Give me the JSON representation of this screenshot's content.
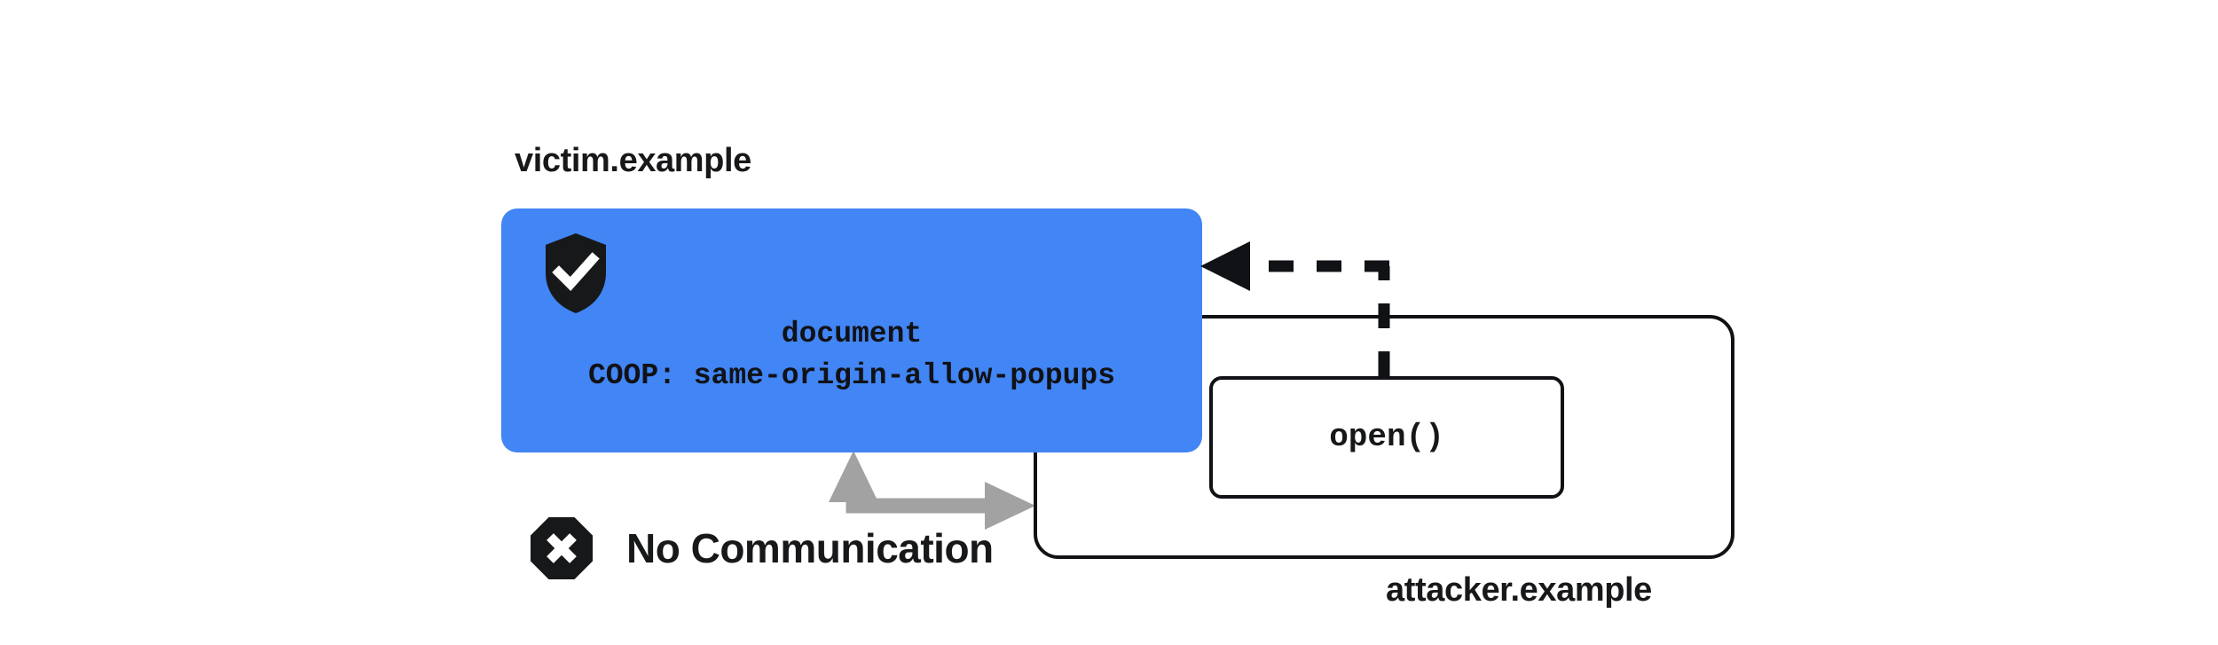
{
  "diagram": {
    "title_victim": "victim.example",
    "title_attacker": "attacker.example",
    "background_color": "#ffffff"
  },
  "victim": {
    "label": "victim.example",
    "box_color": "#4285f4",
    "shield_icon": "shield-check-icon",
    "document_text": "document",
    "coop_text": "COOP: same-origin-allow-popups"
  },
  "attacker": {
    "label": "attacker.example",
    "border_color": "#111216",
    "open_call": {
      "label": "open()",
      "background_color": "#ffffff"
    }
  },
  "connections": {
    "open_dashed_arrow": {
      "name": "open-dashed-arrow",
      "style": "dashed",
      "color": "#111216",
      "direction": "attacker-to-victim"
    },
    "no_communication_arrow": {
      "name": "no-communication-arrow",
      "style": "solid",
      "color": "#a2a2a2",
      "direction": "bidirectional"
    }
  },
  "no_communication": {
    "icon": "octagon-x-icon",
    "label": "No Communication",
    "icon_color": "#17181a"
  }
}
